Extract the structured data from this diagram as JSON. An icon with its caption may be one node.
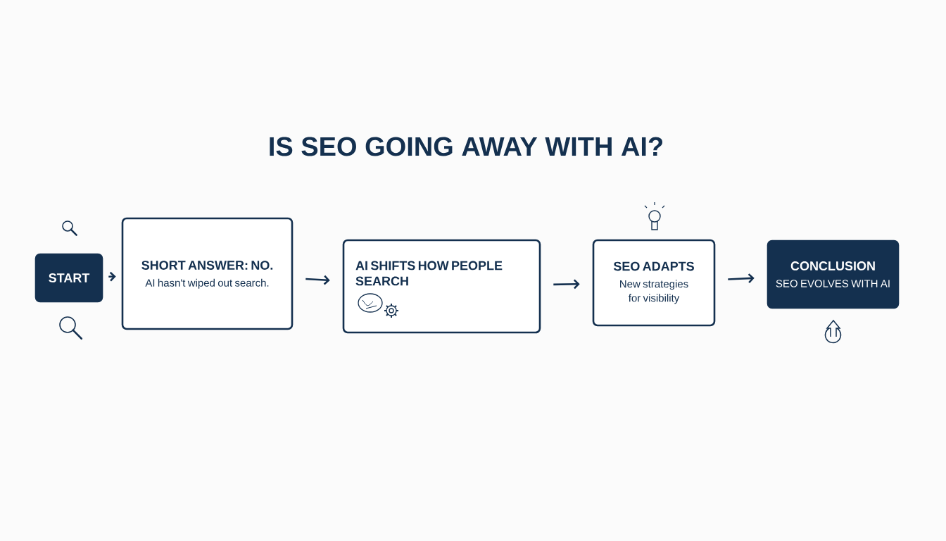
{
  "diagram": {
    "title": "IS SEO GOING AWAY WITH AI?",
    "nodes": [
      {
        "text": [
          "START"
        ]
      },
      {
        "text": [
          "SHORT ANSWER: NO.",
          "AI hasn't wiped out search."
        ]
      },
      {
        "text": [
          "AI SHIFTS HOW PEOPLE SEARCH"
        ]
      },
      {
        "text": [
          "SEO ADAPTS",
          "New strategies for visibility"
        ]
      },
      {
        "text": [
          "CONCLUSION",
          "SEO EVOLVES WITH AI"
        ]
      }
    ],
    "edges": [
      {
        "from": 0,
        "to": 1,
        "arrow": "to"
      },
      {
        "from": 1,
        "to": 2,
        "arrow": "to"
      },
      {
        "from": 2,
        "to": 3,
        "arrow": "to"
      },
      {
        "from": 3,
        "to": 4,
        "arrow": "to"
      }
    ]
  }
}
